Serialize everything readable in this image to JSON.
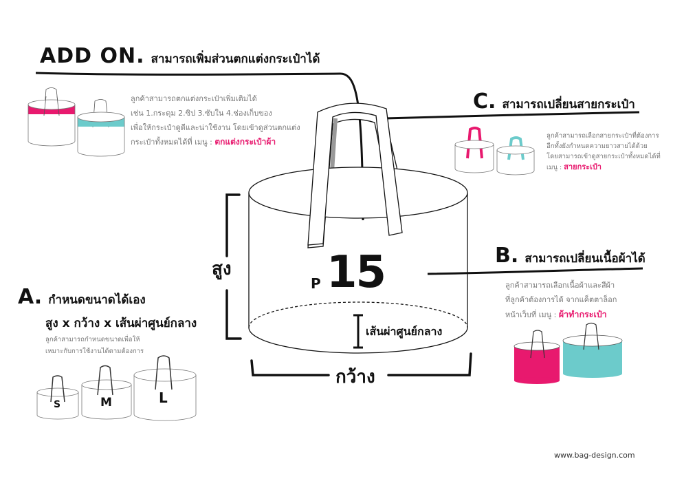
{
  "addon": {
    "letter": "ADD ON.",
    "title": "สามารถเพิ่มส่วนตกแต่งกระเป๋าได้",
    "desc_line1": "ลูกค้าสามารถตกแต่งกระเป๋าเพิ่มเติมได้",
    "desc_line2": "เช่น  1.กระดุม  2.ซิป  3.ซับใน  4.ช่องเก็บของ",
    "desc_line3": "เพื่อให้กระเป๋าดูดีและน่าใช้งาน โดยเข้าดูส่วนตกแต่ง",
    "desc_line4_prefix": "กระเป๋าทั้งหมดได้ที่ เมนู : ",
    "menu_link": "ตกแต่งกระเป๋าผ้า"
  },
  "section_c": {
    "letter": "C.",
    "title": "สามารถเปลี่ยนสายกระเป๋า",
    "desc_line1": "ลูกค้าสามารถเลือกสายกระเป๋าที่ต้องการ",
    "desc_line2": "อีกทั้งยังกำหนดความยาวสายได้ด้วย",
    "desc_line3": "โดยสามารถเข้าดูสายกระเป๋าทั้งหมดได้ที่",
    "desc_line4_prefix": "เมนู : ",
    "menu_link": "สายกระเป๋า"
  },
  "section_b": {
    "letter": "B.",
    "title": "สามารถเปลี่ยนเนื้อผ้าได้",
    "desc_line1": "ลูกค้าสามารถเลือกเนื้อผ้าและสีผ้า",
    "desc_line2": "ที่ลูกค้าต้องการได้ จากแค็ตตาล็อก",
    "desc_line3_prefix": "หน้าเว็บที่   เมนู : ",
    "menu_link": "ผ้าทำกระเป๋า"
  },
  "section_a": {
    "letter": "A.",
    "title_line1": "กำหนดขนาดได้เอง",
    "title_line2": "สูง x กว้าง x เส้นผ่าศูนย์กลาง",
    "desc_line1": "ลูกค้าสามารถกำหนดขนาดเพื่อให้",
    "desc_line2": "เหมาะกับการใช้งานได้ตามต้องการ",
    "sizes": [
      "S",
      "M",
      "L"
    ]
  },
  "main_bag": {
    "model_prefix": "P",
    "model_number": "15",
    "height_label": "สูง",
    "width_label": "กว้าง",
    "diameter_label": "เส้นผ่าศูนย์กลาง"
  },
  "footer": {
    "url": "www.bag-design.com"
  },
  "colors": {
    "pink": "#e8196e",
    "teal": "#6ccbcb",
    "line": "#111111",
    "gray_text": "#777777"
  }
}
